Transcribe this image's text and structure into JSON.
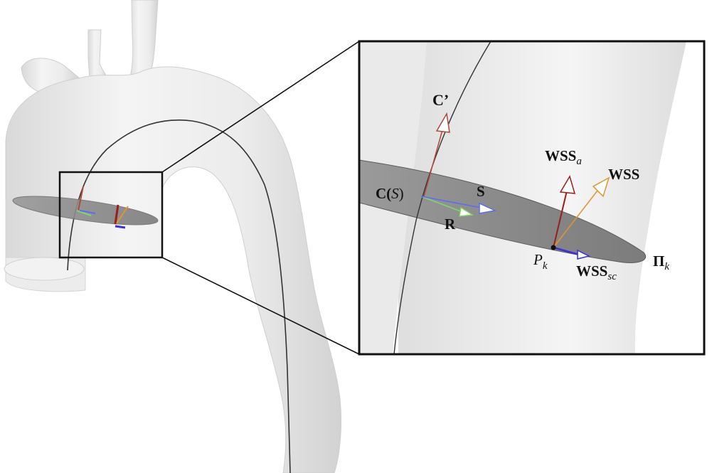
{
  "labels": {
    "c_prime": "C’",
    "c_of_s": {
      "main": "C(",
      "var": "S",
      "close": ")"
    },
    "s": "S",
    "r": "R",
    "wss_a": {
      "main": "WSS",
      "sub": "a"
    },
    "wss": "WSS",
    "p_k": {
      "main": "P",
      "sub": "k"
    },
    "wss_sc": {
      "main": "WSS",
      "sub": "sc"
    },
    "pi_k": {
      "main": "Π",
      "sub": "k"
    }
  },
  "colors": {
    "tangent": "#b0473a",
    "wss": "#e0952f",
    "wss_axial": "#9c1e18",
    "wss_sc": "#3b2fd6",
    "r_vector": "#7fd86a",
    "s_vector": "#5c6cf0",
    "plane": "#8c8c8c",
    "vessel": "#e3e3e3"
  }
}
